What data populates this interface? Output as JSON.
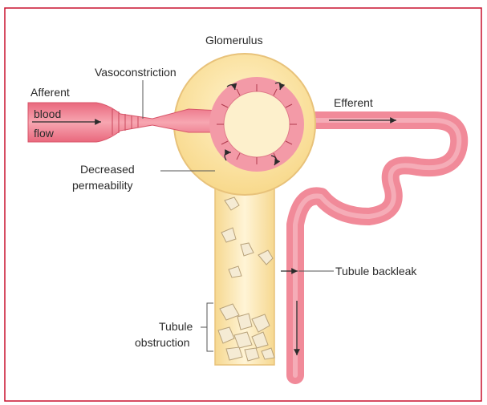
{
  "labels": {
    "glomerulus": "Glomerulus",
    "vasoconstriction": "Vasoconstriction",
    "afferent": "Afferent",
    "blood": "blood",
    "flow": "flow",
    "efferent": "Efferent",
    "decreased": "Decreased",
    "permeability": "permeability",
    "tubule_backleak": "Tubule backleak",
    "tubule": "Tubule",
    "obstruction": "obstruction"
  },
  "colors": {
    "border": "#c8102e",
    "vessel_fill": "#f07f8e",
    "vessel_stroke": "#d8566a",
    "capsule_fill": "#fbe3a6",
    "capsule_stroke": "#e8c27a",
    "cast_fill": "#f5ebd4"
  }
}
